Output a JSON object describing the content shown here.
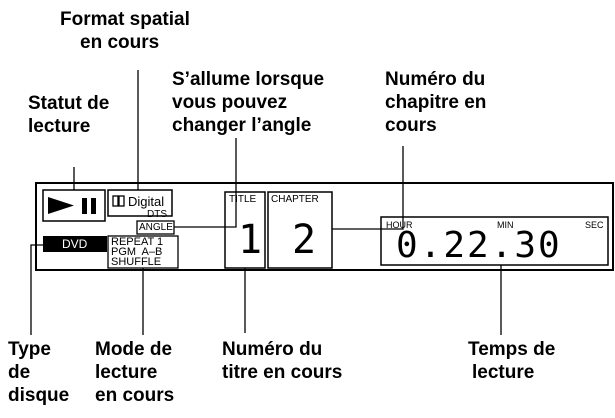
{
  "callouts": {
    "format": [
      "Format spatial",
      "en cours"
    ],
    "statut": [
      "Statut de",
      "lecture"
    ],
    "angle": [
      "S’allume lorsque",
      "vous pouvez",
      "changer l’angle"
    ],
    "chapitre": [
      "Numéro du",
      "chapitre en",
      "cours"
    ],
    "type": [
      "Type",
      "de",
      "disque"
    ],
    "mode": [
      "Mode de",
      "lecture",
      "en cours"
    ],
    "titre": [
      "Numéro du",
      "titre en cours"
    ],
    "temps": [
      "Temps de",
      "lecture"
    ]
  },
  "display": {
    "digital_label": "Digital",
    "dts_label": "DTS",
    "angle_label": "ANGLE",
    "disc_type": "DVD",
    "modes": [
      "REPEAT 1",
      "PGM  A–B",
      "SHUFFLE"
    ],
    "title_label": "TITLE",
    "title_value": "1",
    "chapter_label": "CHAPTER",
    "chapter_value": "2",
    "hour_label": "HOUR",
    "min_label": "MIN",
    "sec_label": "SEC",
    "time_value": "0.22.30"
  }
}
